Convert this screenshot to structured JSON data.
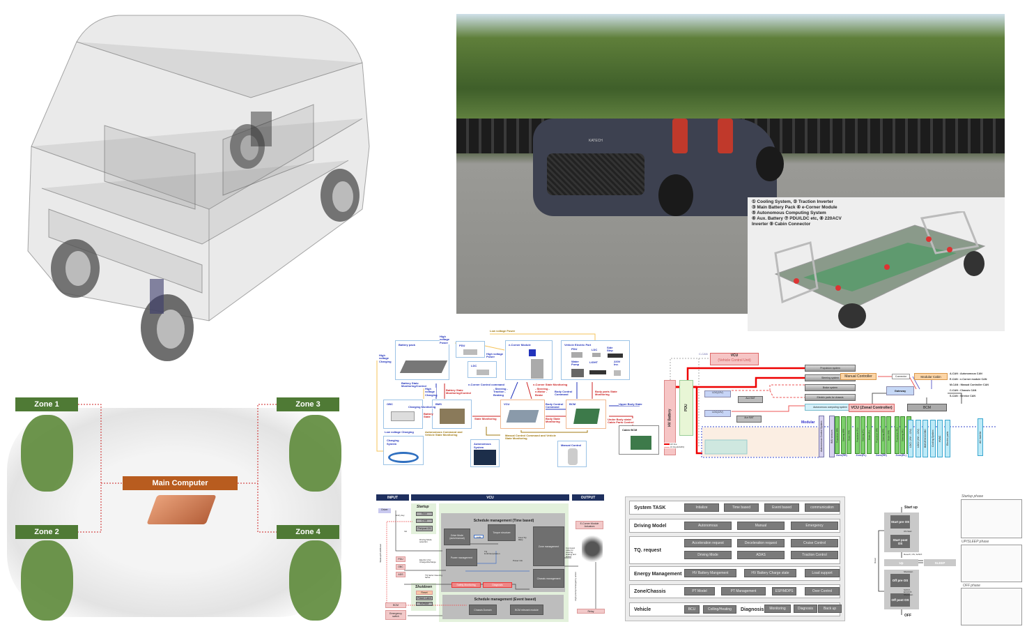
{
  "inset_legend": {
    "l1": "① Cooling System, ② Traction Inverter",
    "l2": "③ Main Battery Pack ④ e-Corner Module",
    "l3": "⑤ Autonomous Computing System",
    "l4": "⑥ Aux. Battery ⑦ PDU/LDC etc, ⑧ 220ACV",
    "l5": "Inverter ⑨ Cabin Connector"
  },
  "photo": {
    "car_badge": "KATECH"
  },
  "zones": {
    "zone1": "Zone 1",
    "zone2": "Zone 2",
    "zone3": "Zone 3",
    "zone4": "Zone 4",
    "main": "Main Computer"
  },
  "arch": {
    "low_voltage_power": "Low voltage Power",
    "high_voltage_power_1": "High voltage Power",
    "high_voltage_power_2": "High voltage Power",
    "high_voltage_charging": "High voltage Charging",
    "high_voltage_charging_2": "High voltage Charging",
    "battery_pack": "Battery pack",
    "pdu": "PDU",
    "ldc": "LDC",
    "ecorner": "e-Corner Module",
    "vep": "Vehicle Electric Part",
    "vep_pdu": "PDU",
    "vep_ldc": "LDC",
    "vep_side": "Side Step",
    "vep_water": "Water Pump",
    "vep_light": "LIGHT",
    "vep_inv": "220V Inv.",
    "obc": "OBC",
    "bms": "BMS",
    "vcu": "VCU",
    "bcm": "BCM",
    "charging": "Charging System",
    "autonomous": "Autonomous System",
    "manual": "Manual Control",
    "cabin_bcm": "Cabin BCM",
    "bsm1": "Battery State Monitoring/Control",
    "bsm2": "Battery State Monitoring/Control",
    "ecc": "e-Corner Control command",
    "ecc_items": "- Steering - Traction - Braking",
    "ecs": "e-Corner State Monitoring",
    "ecs_items": "- Steering - e-Motor - Brake",
    "bcc": "Body Control Command",
    "bpm": "Body parts State Monitoring",
    "chg_mon": "Charging Monitoring",
    "bat_state": "Battery State",
    "state_mon": "State Monitoring",
    "bcc2": "Body Control Command",
    "bsm3": "Body State Monitoring",
    "ubs": "Upper Body State",
    "ubs2": "Under Body state/ Cabin Parts Control",
    "lvc": "Low voltage Charging",
    "acvs": "Autonomous Command and Vehicle State Monitoring",
    "mcvs": "Manual Control Command and Vehicle State Monitoring"
  },
  "zonal": {
    "hv_battery": "HV Battery",
    "pdu": "PDU",
    "vcu": "VCU",
    "vcu_sub": "(Vehicle Control Unit)",
    "can": "C-CAN",
    "systems": [
      "Propulsion system",
      "Steering system",
      "Brake system",
      "Electric parts for chassis",
      "Autonomous computing system"
    ],
    "ldc1": "LDC(12V)",
    "ldc2": "LDC(12V)",
    "aux1": "Aux BAT",
    "aux2": "Aux BAT",
    "manual_controller": "Manual Controller",
    "connector": "Connector",
    "modular_cabin": "Modular Cabin",
    "gateway": "Gateway",
    "vcu_zonal": "VCU (Zonal Controller)",
    "bcm": "BCM",
    "modular": "Modular",
    "zone_bars": [
      "Propulsion (RR)",
      "Steering (RR)",
      "Brake (RR)",
      "Propulsion (FL)",
      "Steering (FL)",
      "Brake (FL)",
      "Propulsion (RR)",
      "Steering (RR)",
      "Brake (RR)",
      "Propulsion (RL)",
      "Steering (RL)",
      "Brake (RL)"
    ],
    "zone_names": [
      "Zone(RR)",
      "Zone(FL)",
      "Zone(RR)",
      "Zone(RL)"
    ],
    "left_bars": [
      "Autonomous Control System",
      "IMU sensors"
    ],
    "bcm_bars": [
      "LDC1 (HV→12V)",
      "LDC2 (HV→12V)",
      "BMS/EVCC/OBC",
      "Cooling System",
      "HVAC",
      "Electric parts"
    ],
    "ac_inverter": "AC Inverter",
    "legend_hv": "HV line",
    "legend_lv": "LV line(12/24V)",
    "can_legend": [
      "A-CAN : Autonomous CAN",
      "E-CAN : e-Corner module CAN",
      "M-CAN : Manual Controller CAN",
      "C-CAN : Chassis CAN",
      "S-CAN : Service CAN"
    ]
  },
  "vcuflow": {
    "input": "INPUT",
    "vcu": "VCU",
    "output": "OUTPUT",
    "driver": "Driver",
    "entry_key": "Entry key",
    "startup": "Startup",
    "boot": "Boot",
    "cinit": "C init",
    "preboot": "Pre/post OS",
    "init": "Init",
    "driving_mode_sel": "Driving Mode selection",
    "pdu": "PDU",
    "obc": "OBC",
    "ads": "ADS",
    "elec_info": "Electric info/ Charge/discharge",
    "tq_factor": "TQ factor /steering factor",
    "time_based": "Schedule management (Time based)",
    "drive_mode": "Drive Mode (auto/manual)",
    "torque": "Torque structure",
    "final_tq": "Final TQ REQ",
    "zone_mgmt": "Zone management",
    "power_mgmt": "Power management",
    "tq_limit": "TQ limit/interpolation",
    "power_info": "Power info",
    "chassis_mgmt": "Chassis management",
    "node": "node",
    "safety": "Safety Monitoring",
    "diagnosis": "Diagnosis",
    "shutdown": "Shutdown",
    "reset": "Reset",
    "power_latch": "Power Latch",
    "nvram": "NVRAM",
    "event_based": "Schedule management (Event based)",
    "chassis_domain": "Chassis Domain",
    "bcm_module": "BCM relevant module",
    "bcm": "BCM",
    "emergency": "Emergency switch",
    "ecorner_act": "E-Corner Module Actuators",
    "command": "Command value for steering, braking and speed",
    "relay": "Relay",
    "wakeup": "Wakeup/Cold/Reset",
    "high_priority": "High priority/ Emergency action"
  },
  "tasks": [
    {
      "label": "System TASK",
      "items": [
        "Intialize",
        "Time based",
        "Event based",
        "communication"
      ]
    },
    {
      "label": "Driving Model",
      "items": [
        "Autonomous",
        "Manual",
        "Emergency"
      ]
    },
    {
      "label": "TQ. request",
      "items": [
        "Acceleration request",
        "Deceleration request",
        "Cruise Control",
        "Driving Mode",
        "ADAS",
        "Traction Control"
      ]
    },
    {
      "label": "Energy Management",
      "items": [
        "HV Battery Mangement",
        "HV Battery Charge state",
        "Load support"
      ]
    },
    {
      "label": "Zone/Chassis",
      "items": [
        "PT Model",
        "PT Management",
        "ESP/MDPS",
        "Over Control"
      ]
    },
    {
      "label": "Vehicle",
      "items": [
        "BCU",
        "Colling/Heating"
      ],
      "label2": "Diagnosis",
      "items2": [
        "Monitoring",
        "Diagnosis",
        "Back up"
      ]
    }
  ],
  "states": {
    "start_up": "Start up",
    "start_pre": "Start pre OS",
    "os_start": "OS Start",
    "start_post": "Start post OS",
    "transition": "ResetX, OS, SchbX",
    "up": "Up",
    "sleep": "SLEEP",
    "shutdown": "Shutdown",
    "off_pre": "Off pre OS",
    "shutdown2": "SchbX, ECUIOX Shutdown",
    "off_post": "Off post OS",
    "off": "OFF",
    "reset": "Reset",
    "phase1": "Startup phase",
    "phase2": "UP/SLEEP phase",
    "phase3": "OFF phase"
  }
}
